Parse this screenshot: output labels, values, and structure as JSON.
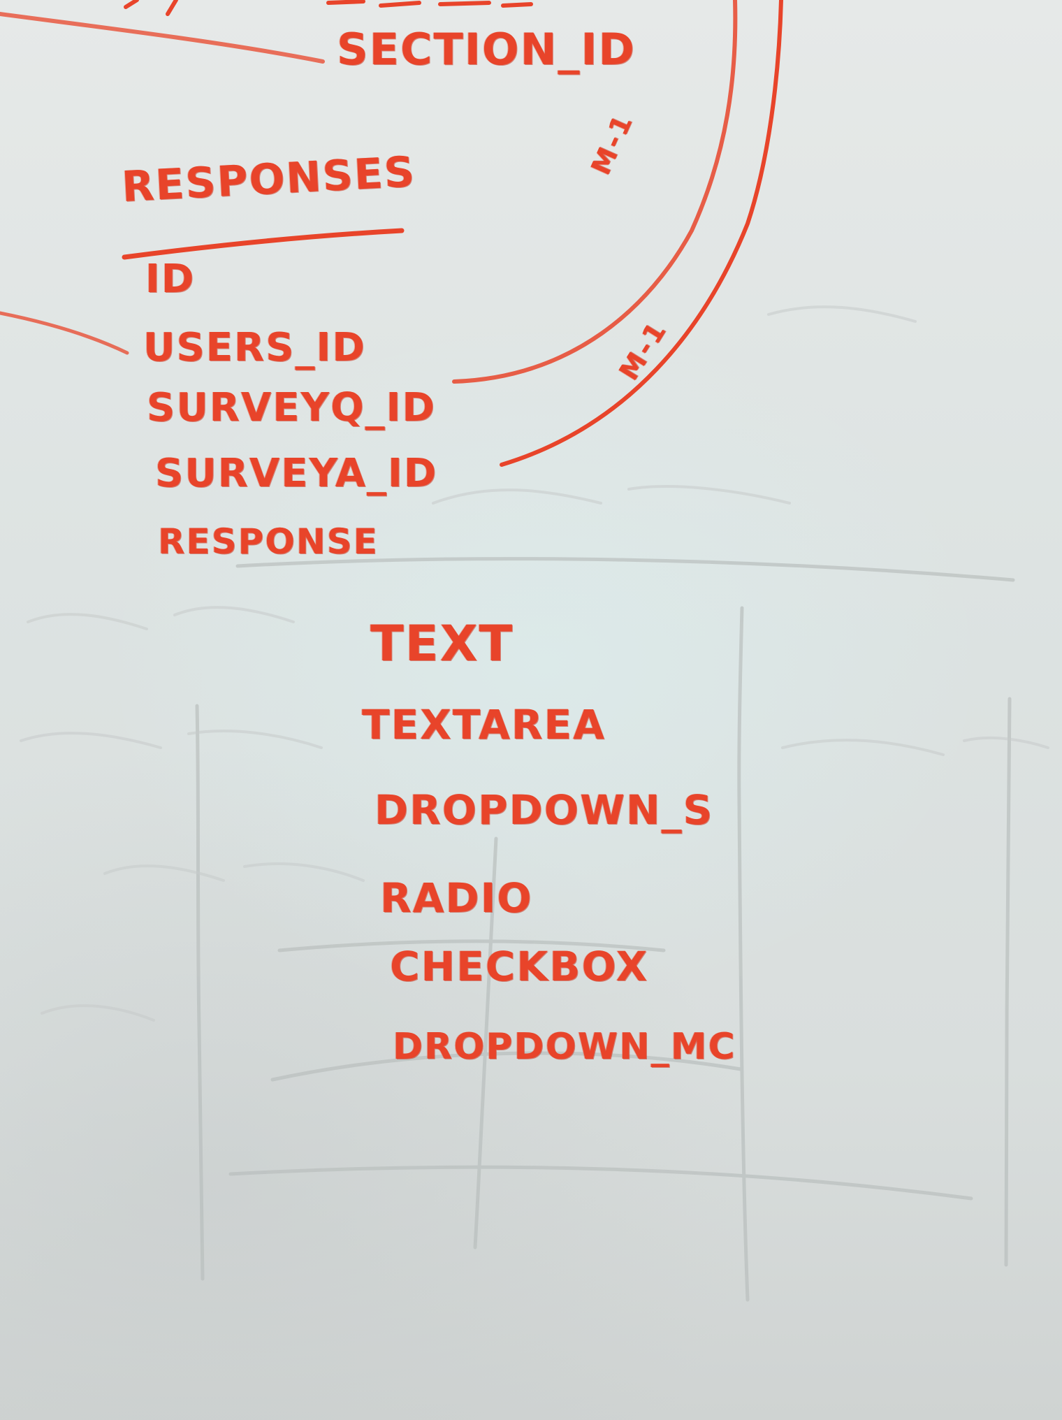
{
  "board": {
    "top_field": "SECTION_ID",
    "responses_table": {
      "title": "RESPONSES",
      "fields": [
        "ID",
        "USERS_ID",
        "SURVEYQ_ID",
        "SURVEYA_ID",
        "RESPONSE"
      ]
    },
    "relations": [
      "M-1",
      "M-1"
    ],
    "response_types": [
      "TEXT",
      "TEXTAREA",
      "DROPDOWN_S",
      "RADIO",
      "CHECKBOX",
      "DROPDOWN_MC"
    ],
    "ink_color": "#e8442a",
    "board_color": "#e3e7e6"
  }
}
